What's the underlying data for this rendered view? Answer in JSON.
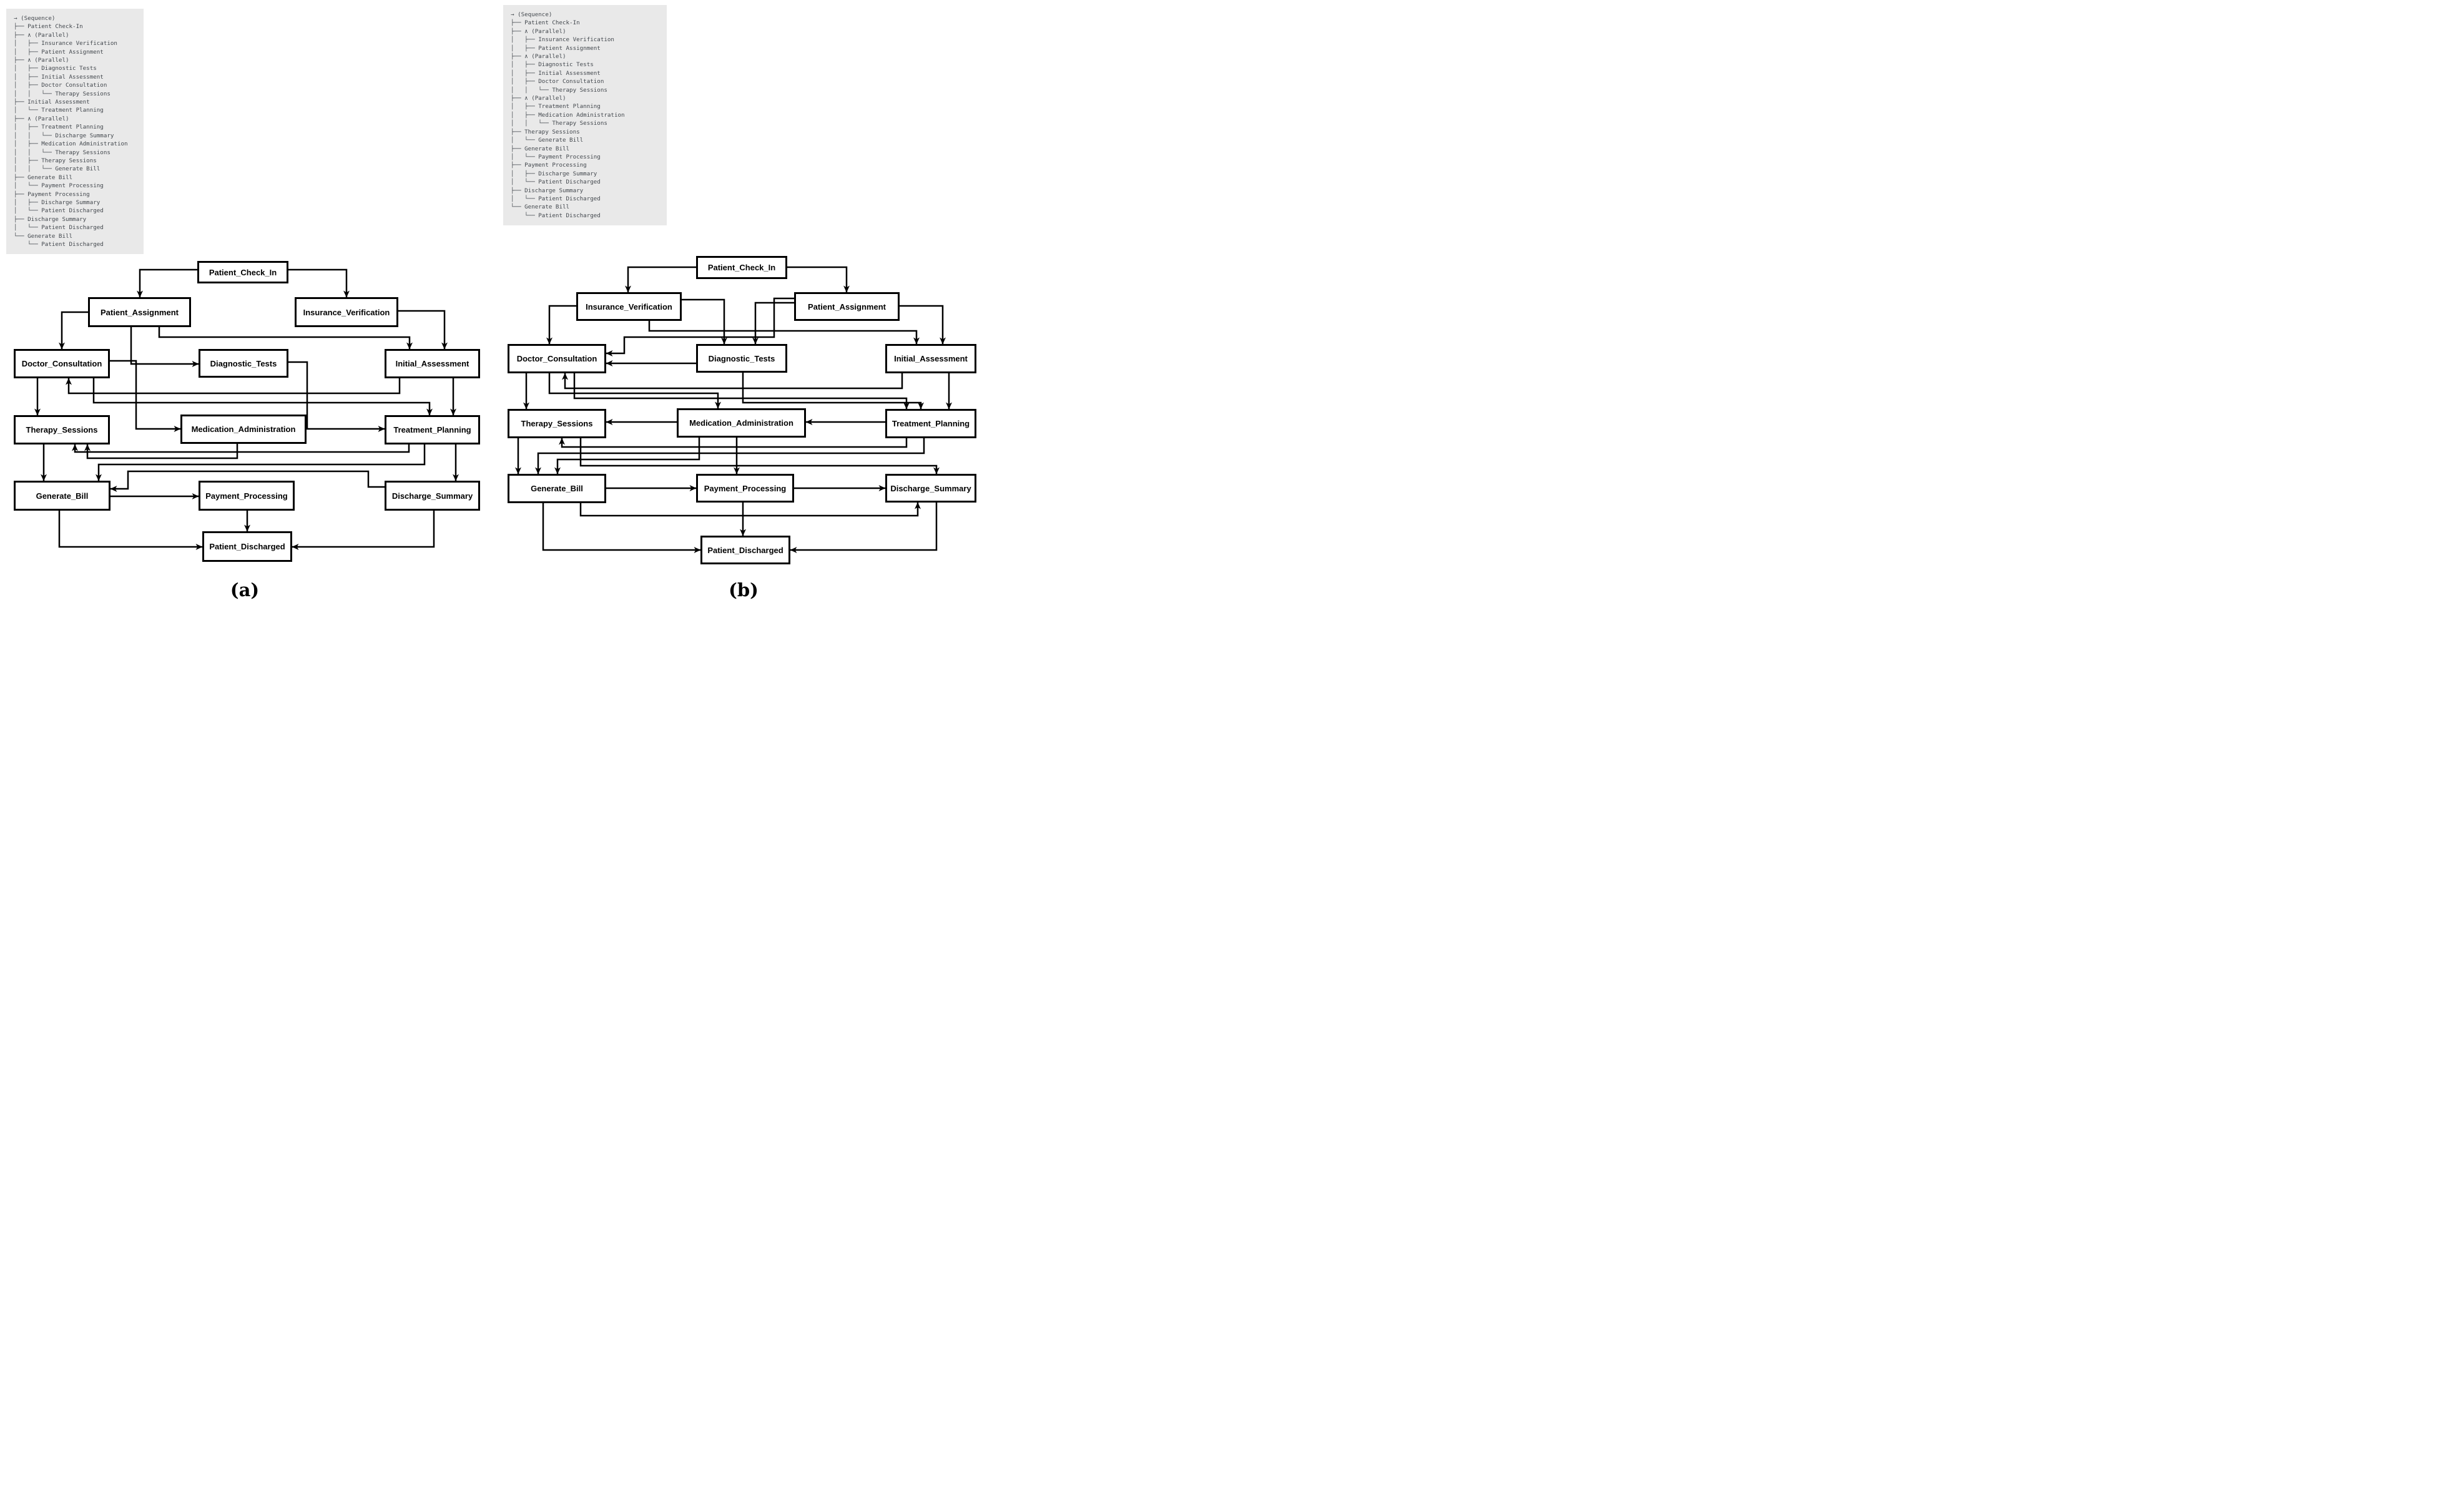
{
  "figure": {
    "colors": {
      "background": "#ffffff",
      "tree_background": "#e9e9e9",
      "tree_text": "#43484e",
      "box_border": "#000000",
      "box_fill": "#ffffff",
      "edge": "#000000"
    },
    "panels": [
      {
        "id": "a",
        "caption": "(a)",
        "tree": {
          "root_operator": "(Sequence)",
          "lines": [
            "→ (Sequence)",
            "├── Patient Check-In",
            "├── ∧ (Parallel)",
            "│   ├── Insurance Verification",
            "│   ├── Patient Assignment",
            "├── ∧ (Parallel)",
            "│   ├── Diagnostic Tests",
            "│   ├── Initial Assessment",
            "│   ├── Doctor Consultation",
            "│   │   └── Therapy Sessions",
            "├── Initial Assessment",
            "│   └── Treatment Planning",
            "├── ∧ (Parallel)",
            "│   ├── Treatment Planning",
            "│   │   └── Discharge Summary",
            "│   ├── Medication Administration",
            "│   │   └── Therapy Sessions",
            "│   ├── Therapy Sessions",
            "│   │   └── Generate Bill",
            "├── Generate Bill",
            "│   └── Payment Processing",
            "├── Payment Processing",
            "│   ├── Discharge Summary",
            "│   └── Patient Discharged",
            "├── Discharge Summary",
            "│   └── Patient Discharged",
            "└── Generate Bill",
            "    └── Patient Discharged"
          ]
        },
        "graph": {
          "nodes": [
            {
              "id": "PCI",
              "label": "Patient_Check_In"
            },
            {
              "id": "PA",
              "label": "Patient_Assignment"
            },
            {
              "id": "IV",
              "label": "Insurance_Verification"
            },
            {
              "id": "DC",
              "label": "Doctor_Consultation"
            },
            {
              "id": "DT",
              "label": "Diagnostic_Tests"
            },
            {
              "id": "IA",
              "label": "Initial_Assessment"
            },
            {
              "id": "TS",
              "label": "Therapy_Sessions"
            },
            {
              "id": "MA",
              "label": "Medication_Administration"
            },
            {
              "id": "TP",
              "label": "Treatment_Planning"
            },
            {
              "id": "GB",
              "label": "Generate_Bill"
            },
            {
              "id": "PP",
              "label": "Payment_Processing"
            },
            {
              "id": "DS",
              "label": "Discharge_Summary"
            },
            {
              "id": "PD",
              "label": "Patient_Discharged"
            }
          ],
          "edges": [
            {
              "from": "PCI",
              "to": "PA"
            },
            {
              "from": "PCI",
              "to": "IV"
            },
            {
              "from": "PA",
              "to": "DC"
            },
            {
              "from": "PA",
              "to": "DT"
            },
            {
              "from": "PA",
              "to": "IA"
            },
            {
              "from": "IV",
              "to": "IA"
            },
            {
              "from": "IA",
              "to": "DC"
            },
            {
              "from": "DC",
              "to": "TS"
            },
            {
              "from": "DC",
              "to": "MA"
            },
            {
              "from": "DC",
              "to": "TP"
            },
            {
              "from": "DT",
              "to": "TP"
            },
            {
              "from": "IA",
              "to": "TP"
            },
            {
              "from": "TP",
              "to": "TS"
            },
            {
              "from": "MA",
              "to": "TS"
            },
            {
              "from": "TS",
              "to": "GB"
            },
            {
              "from": "TP",
              "to": "GB"
            },
            {
              "from": "TP",
              "to": "DS"
            },
            {
              "from": "DS",
              "to": "GB"
            },
            {
              "from": "GB",
              "to": "PP"
            },
            {
              "from": "PP",
              "to": "PD"
            },
            {
              "from": "GB",
              "to": "PD"
            },
            {
              "from": "DS",
              "to": "PD"
            }
          ]
        }
      },
      {
        "id": "b",
        "caption": "(b)",
        "tree": {
          "root_operator": "(Sequence)",
          "lines": [
            "→ (Sequence)",
            "├── Patient Check-In",
            "├── ∧ (Parallel)",
            "│   ├── Insurance Verification",
            "│   ├── Patient Assignment",
            "├── ∧ (Parallel)",
            "│   ├── Diagnostic Tests",
            "│   ├── Initial Assessment",
            "│   ├── Doctor Consultation",
            "│   │   └── Therapy Sessions",
            "├── ∧ (Parallel)",
            "│   ├── Treatment Planning",
            "│   ├── Medication Administration",
            "│   │   └── Therapy Sessions",
            "├── Therapy Sessions",
            "│   └── Generate Bill",
            "├── Generate Bill",
            "│   └── Payment Processing",
            "├── Payment Processing",
            "│   ├── Discharge Summary",
            "│   └── Patient Discharged",
            "├── Discharge Summary",
            "│   └── Patient Discharged",
            "└── Generate Bill",
            "    └── Patient Discharged"
          ]
        },
        "graph": {
          "nodes": [
            {
              "id": "PCI",
              "label": "Patient_Check_In"
            },
            {
              "id": "IV",
              "label": "Insurance_Verification"
            },
            {
              "id": "PA",
              "label": "Patient_Assignment"
            },
            {
              "id": "DC",
              "label": "Doctor_Consultation"
            },
            {
              "id": "DT",
              "label": "Diagnostic_Tests"
            },
            {
              "id": "IA",
              "label": "Initial_Assessment"
            },
            {
              "id": "TS",
              "label": "Therapy_Sessions"
            },
            {
              "id": "MA",
              "label": "Medication_Administration"
            },
            {
              "id": "TP",
              "label": "Treatment_Planning"
            },
            {
              "id": "GB",
              "label": "Generate_Bill"
            },
            {
              "id": "PP",
              "label": "Payment_Processing"
            },
            {
              "id": "DS",
              "label": "Discharge_Summary"
            },
            {
              "id": "PD",
              "label": "Patient_Discharged"
            }
          ],
          "edges": [
            {
              "from": "PCI",
              "to": "IV"
            },
            {
              "from": "PCI",
              "to": "PA"
            },
            {
              "from": "IV",
              "to": "DC"
            },
            {
              "from": "IV",
              "to": "DT"
            },
            {
              "from": "IV",
              "to": "IA"
            },
            {
              "from": "PA",
              "to": "DC"
            },
            {
              "from": "PA",
              "to": "DT"
            },
            {
              "from": "PA",
              "to": "IA"
            },
            {
              "from": "DT",
              "to": "DC"
            },
            {
              "from": "IA",
              "to": "DC"
            },
            {
              "from": "DC",
              "to": "TS"
            },
            {
              "from": "DC",
              "to": "MA"
            },
            {
              "from": "DC",
              "to": "TP"
            },
            {
              "from": "DT",
              "to": "TP"
            },
            {
              "from": "IA",
              "to": "TP"
            },
            {
              "from": "TP",
              "to": "MA"
            },
            {
              "from": "MA",
              "to": "TS"
            },
            {
              "from": "TP",
              "to": "TS"
            },
            {
              "from": "TS",
              "to": "GB"
            },
            {
              "from": "TP",
              "to": "GB"
            },
            {
              "from": "MA",
              "to": "GB"
            },
            {
              "from": "MA",
              "to": "PP"
            },
            {
              "from": "TS",
              "to": "DS"
            },
            {
              "from": "GB",
              "to": "PP"
            },
            {
              "from": "GB",
              "to": "DS"
            },
            {
              "from": "GB",
              "to": "PD"
            },
            {
              "from": "PP",
              "to": "DS"
            },
            {
              "from": "PP",
              "to": "PD"
            },
            {
              "from": "DS",
              "to": "PD"
            }
          ]
        }
      }
    ]
  }
}
